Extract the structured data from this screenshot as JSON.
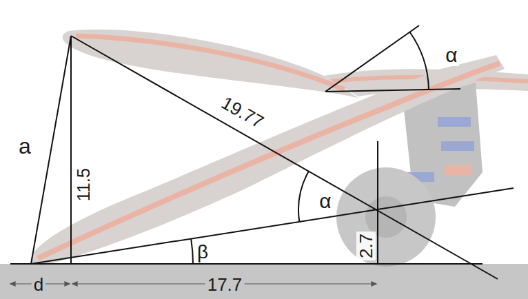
{
  "diagram": {
    "labels": [
      "α",
      "19.77",
      "a",
      "11.5",
      "α",
      "2.7",
      "β",
      "d",
      "17.7"
    ]
  }
}
